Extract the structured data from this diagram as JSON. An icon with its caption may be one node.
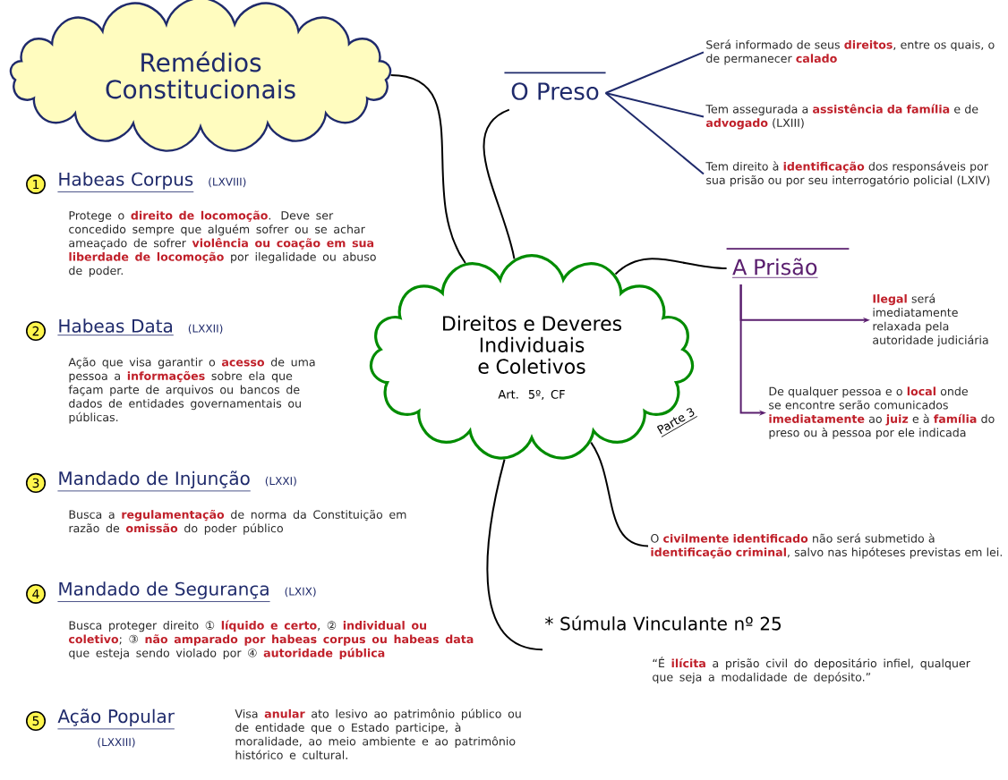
{
  "diagram": {
    "nodes": [
      {
        "text": [
          "Direitos e Deveres Individuais e Coletivos",
          "Art. 5º, CF"
        ]
      },
      {
        "text": [
          "Remédios Constitucionais"
        ]
      },
      {
        "text": [
          "Habeas Corpus",
          "(LXVIII)",
          "Protege o **direito de locomoção**. Deve ser concedido sempre que alguém sofrer ou se achar ameaçado de sofrer **violência ou coação em sua liberdade de locomoção** por ilegalidade ou abuso de poder."
        ],
        "beside": [
          "1"
        ]
      },
      {
        "text": [
          "Habeas Data",
          "(LXXII)",
          "Ação que visa garantir o **acesso** de uma pessoa a **informações** sobre ela que façam parte de arquivos ou bancos de dados de entidades governamentais ou públicas."
        ],
        "beside": [
          "2"
        ]
      },
      {
        "text": [
          "Mandado de Injunção",
          "(LXXI)",
          "Busca a **regulamentação** de norma da Constituição em razão de **omissão** do poder público"
        ],
        "beside": [
          "3"
        ]
      },
      {
        "text": [
          "Mandado de Segurança",
          "(LXIX)",
          "Busca proteger direito ① **líquido e certo**, ② **individual ou coletivo**; ③ **não amparado por habeas corpus ou habeas data** que esteja sendo violado por ④ **autoridade pública**"
        ],
        "beside": [
          "4"
        ]
      },
      {
        "text": [
          "Ação Popular",
          "(LXXIII)",
          "Visa **anular** ato lesivo ao patrimônio público ou de entidade que o Estado participe, à moralidade, ao meio ambiente e ao patrimônio histórico e cultural."
        ],
        "beside": [
          "5"
        ]
      },
      {
        "text": [
          "O Preso"
        ]
      },
      {
        "text": [
          "Será informado de seus **direitos**, entre os quais, o de permanecer **calado**"
        ]
      },
      {
        "text": [
          "Tem assegurada a **assistência da família** e de **advogado** (LXIII)"
        ]
      },
      {
        "text": [
          "Tem direito à **identificação** dos responsáveis por sua prisão ou por seu interrogatório policial (LXIV)"
        ]
      },
      {
        "text": [
          "A Prisão"
        ]
      },
      {
        "text": [
          "**Ilegal** será imediatamente relaxada pela autoridade judiciária"
        ]
      },
      {
        "text": [
          "De qualquer pessoa e o **local** onde se encontre serão comunicados **imediatamente** ao **juiz** e à **família** do preso ou à pessoa por ele indicada"
        ]
      },
      {
        "text": [
          "O **civilmente identificado** não será submetido à **identificação criminal**, salvo nas hipóteses previstas em lei."
        ]
      },
      {
        "text": [
          "* Súmula Vinculante nº 25",
          "“É **ilícita** a prisão civil do depositário infiel, qualquer que seja a modalidade de depósito.”"
        ]
      }
    ],
    "edges": [
      {
        "from": 0,
        "to": 1,
        "arrow": "none"
      },
      {
        "from": 0,
        "to": 7,
        "arrow": "none"
      },
      {
        "from": 0,
        "to": 11,
        "arrow": "none"
      },
      {
        "from": 0,
        "to": 14,
        "arrow": "none"
      },
      {
        "from": 0,
        "to": 15,
        "arrow": "none"
      },
      {
        "from": 7,
        "to": 8,
        "arrow": "none",
        "color": "#1f2a6b"
      },
      {
        "from": 7,
        "to": 9,
        "arrow": "none",
        "color": "#1f2a6b"
      },
      {
        "from": 7,
        "to": 10,
        "arrow": "none",
        "color": "#1f2a6b"
      },
      {
        "from": 11,
        "to": 12,
        "arrow": "to",
        "color": "#5a1e6e"
      },
      {
        "from": 11,
        "to": 13,
        "arrow": "to",
        "color": "#5a1e6e"
      }
    ],
    "labels": [
      "Parte 3"
    ]
  }
}
